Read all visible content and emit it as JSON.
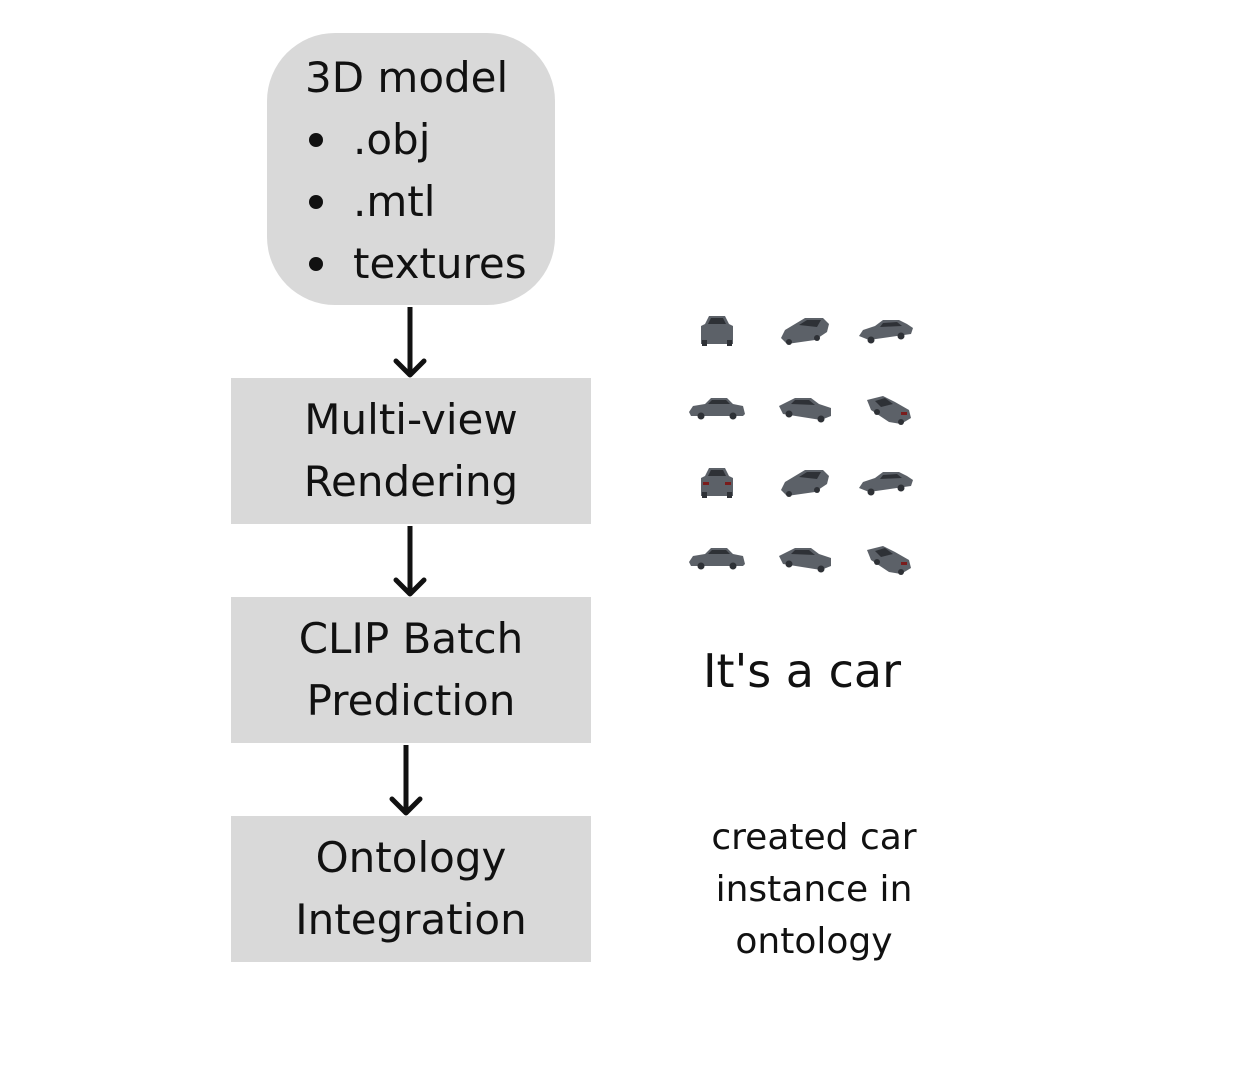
{
  "model_box": {
    "title": "3D model",
    "items": [
      ".obj",
      ".mtl",
      "textures"
    ]
  },
  "render_box": {
    "lines": [
      "Multi-view",
      "Rendering"
    ]
  },
  "clip_box": {
    "lines": [
      "CLIP Batch",
      "Prediction"
    ]
  },
  "ontology_box": {
    "lines": [
      "Ontology",
      "Integration"
    ]
  },
  "result_text": "It's a car",
  "ontology_text": {
    "lines": [
      "created car",
      "instance in",
      "ontology"
    ]
  },
  "colors": {
    "box_fill": "#d9d9d9",
    "text": "#111111",
    "car_body": "#5c6168",
    "car_shadow": "#2e3136"
  },
  "car_views": [
    "front",
    "front-left",
    "left-three-quarter",
    "side",
    "rear-three-quarter",
    "rear-right",
    "rear",
    "front-left",
    "left-three-quarter",
    "side",
    "rear-three-quarter",
    "rear-right"
  ]
}
